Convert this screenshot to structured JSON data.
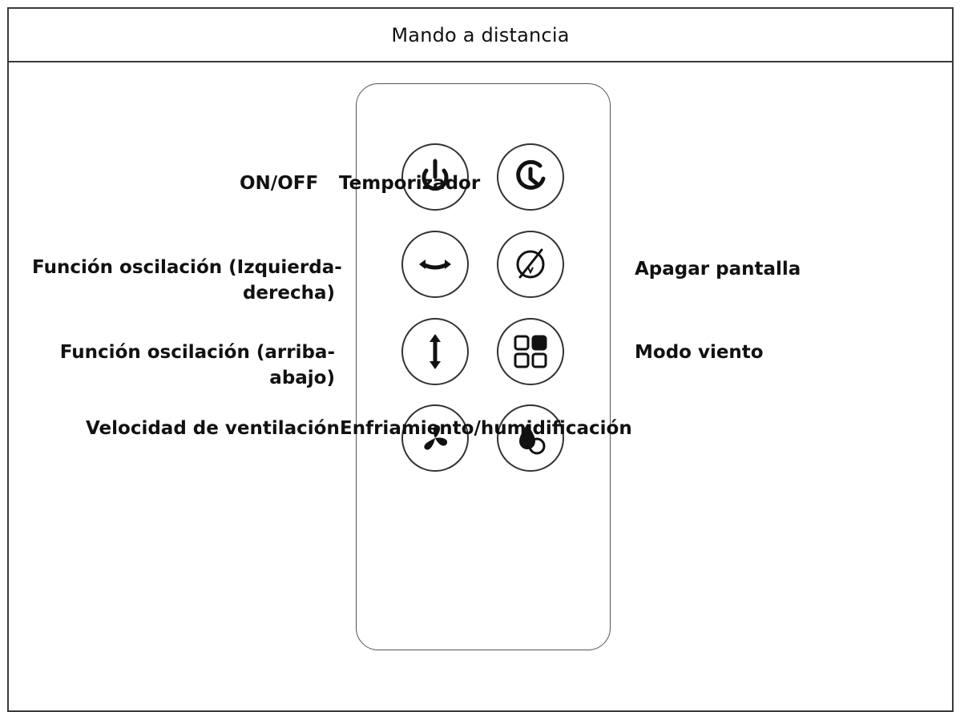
{
  "header": {
    "title": "Mando a distancia"
  },
  "buttons": [
    {
      "id": "power",
      "icon": "power-icon"
    },
    {
      "id": "timer",
      "icon": "timer-icon"
    },
    {
      "id": "swing-horizontal",
      "icon": "swing-horizontal-icon"
    },
    {
      "id": "display-off",
      "icon": "display-off-icon"
    },
    {
      "id": "swing-vertical",
      "icon": "swing-vertical-icon"
    },
    {
      "id": "wind-mode",
      "icon": "wind-mode-icon"
    },
    {
      "id": "fan-speed",
      "icon": "fan-icon"
    },
    {
      "id": "cool-humidify",
      "icon": "water-drops-icon"
    }
  ],
  "labels": {
    "on_off": "ON/OFF",
    "timer": "Temporizador",
    "swing_horizontal_line1": "Función oscilación (Izquierda-",
    "swing_horizontal_line2": "derecha)",
    "display_off": "Apagar pantalla",
    "swing_vertical_line1": "Función oscilación (arriba-",
    "swing_vertical_line2": "abajo)",
    "wind_mode": "Modo viento",
    "fan_speed": "Velocidad de ventilación",
    "cool_humidify": "Enfriamiento/humidificación"
  }
}
